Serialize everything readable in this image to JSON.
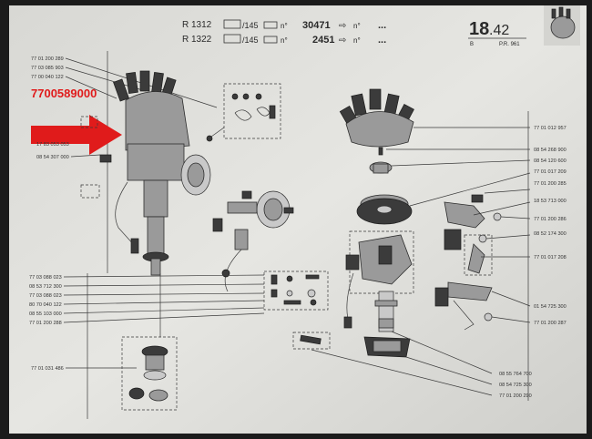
{
  "header": {
    "r1_code": "R 1312",
    "r1_model": "/145",
    "r1_num": "30471",
    "r2_code": "R 1322",
    "r2_model": "/145",
    "r2_num": "2451",
    "no_label": "n°",
    "dots": "...",
    "section_main": "18",
    "section_sub": ".42",
    "section_b": "B",
    "section_pr": "P.R. 961"
  },
  "highlight": {
    "part_number": "7700589000",
    "color": "#e01b1b"
  },
  "left_labels_top": [
    "77 01 200 289",
    "77 03 085 903",
    "77 00 040 122"
  ],
  "left_labels_mid": [
    "17 83 053 053",
    "08 54 307 000"
  ],
  "left_labels_lower": [
    "77 03 088 023",
    "08 53 712 300",
    "77 03 088 023",
    "80 70 040 122",
    "08 55 103 000",
    "77 01 200 288"
  ],
  "left_label_bottom": "77 01 031 486",
  "right_labels": [
    "77 01 012 957",
    "08 54 268 900",
    "08 54 120 600",
    "77 01 017 209",
    "77 01 200 285",
    "18 53 713 000",
    "77 01 200 286",
    "08 52 174 300",
    "77 01 017 208",
    "01 54 725 300",
    "77 01 200 287",
    "08 55 764 700",
    "08 54 725 300",
    "77 01 200 290"
  ]
}
